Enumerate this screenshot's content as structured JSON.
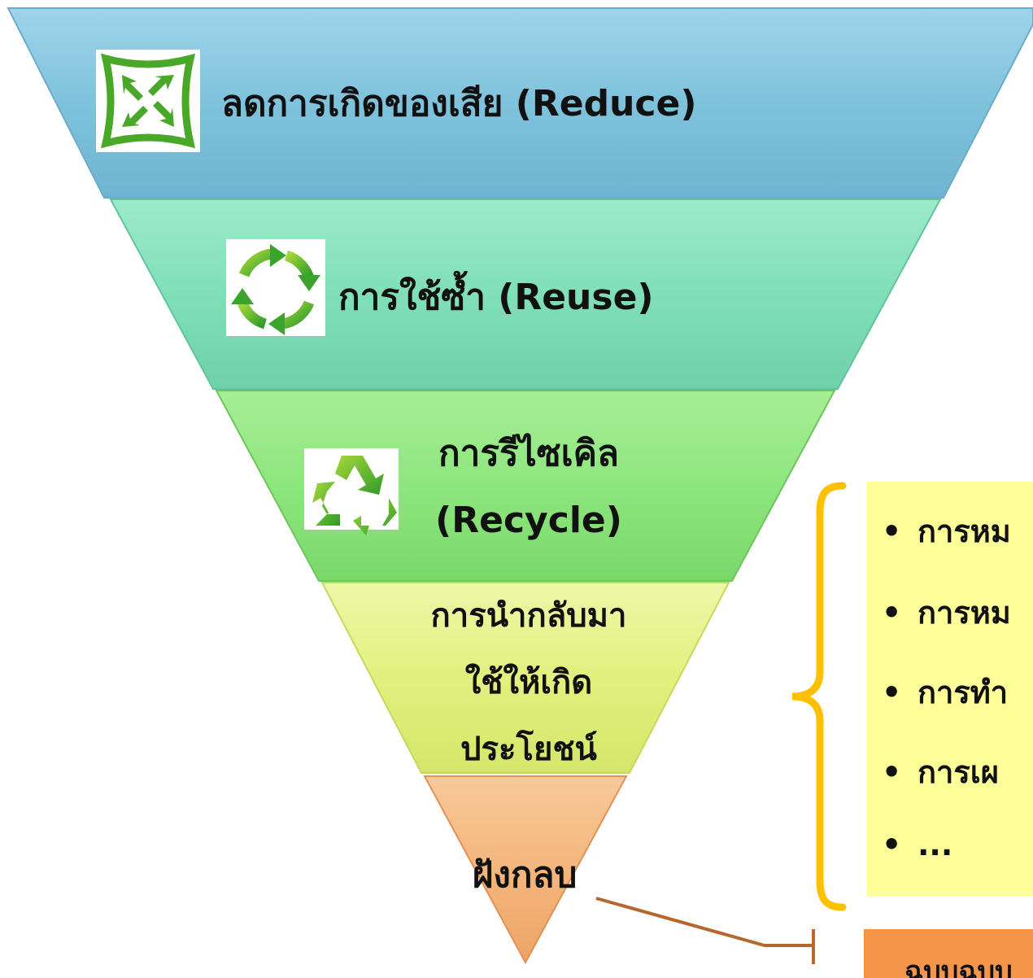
{
  "levels": [
    {
      "label": "ลดการเกิดของเสีย (Reduce)",
      "color": "#7fc2dc",
      "icon": "reduce-icon"
    },
    {
      "label": "การใช้ซ้ำ (Reuse)",
      "color": "#80dfb8",
      "icon": "reuse-cycle-icon"
    },
    {
      "label_line1": "การรีไซเคิล",
      "label_line2": "(Recycle)",
      "color": "#8ee67e",
      "icon": "recycle-icon"
    },
    {
      "label_line1": "การนำกลับมา",
      "label_line2": "ใช้ให้เกิด",
      "label_line3": "ประโยชน์",
      "color": "#e2f07e"
    },
    {
      "label": "ฝังกลบ",
      "color": "#f4b67c"
    }
  ],
  "bullets": [
    "การหม",
    "การหม",
    "การทำ",
    "การเผ",
    "..."
  ],
  "bottom_box_text": "ฉบบฉบบ",
  "colors": {
    "brace": "#ffc000",
    "connector": "#b5672e",
    "bullet_box": "#ffff99",
    "orange_box": "#f4954a"
  }
}
